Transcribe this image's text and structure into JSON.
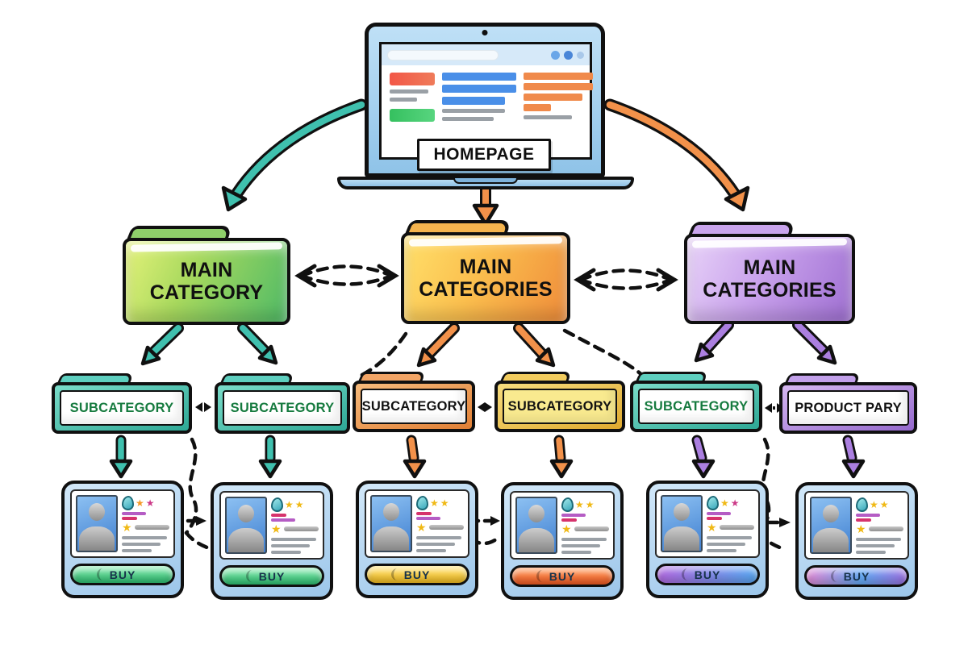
{
  "homepage": {
    "label": "HOMEPAGE"
  },
  "main_categories": [
    {
      "label": "MAIN CATEGORY",
      "theme": "green"
    },
    {
      "label": "MAIN CATEGORIES",
      "theme": "orange"
    },
    {
      "label": "MAIN CATEGORIES",
      "theme": "purple"
    }
  ],
  "subcategories": [
    {
      "label": "SUBCATEGORY",
      "theme": "teal"
    },
    {
      "label": "SUBCATEGORY",
      "theme": "teal"
    },
    {
      "label": "SUBCATEGORY",
      "theme": "orange"
    },
    {
      "label": "SUBCATEGORY",
      "theme": "gold"
    },
    {
      "label": "SUBCATEGORY",
      "theme": "teal"
    },
    {
      "label": "PRODUCT PARY",
      "theme": "purple"
    }
  ],
  "product_cards": [
    {
      "buy_label": "BUY",
      "theme": "green"
    },
    {
      "buy_label": "BUY",
      "theme": "green"
    },
    {
      "buy_label": "BUY",
      "theme": "yellow"
    },
    {
      "buy_label": "BUY",
      "theme": "orange"
    },
    {
      "buy_label": "BUY",
      "theme": "purpleblue"
    },
    {
      "buy_label": "BUY",
      "theme": "pinkblue"
    }
  ],
  "colors": {
    "arrow_teal": "#3fc0ae",
    "arrow_orange": "#f2914a",
    "arrow_purple": "#ab7fe0",
    "folder_green": "#4fba66",
    "folder_orange": "#ef8c3a",
    "folder_purple": "#9f6fd2",
    "sub_teal": "#2ea896",
    "sub_orange": "#e07f35",
    "sub_gold": "#dfa92f",
    "sub_purple": "#9468cc",
    "sub_text_green": "#157a3e",
    "card_frame": "#9cc6ea",
    "outline": "#101010"
  }
}
